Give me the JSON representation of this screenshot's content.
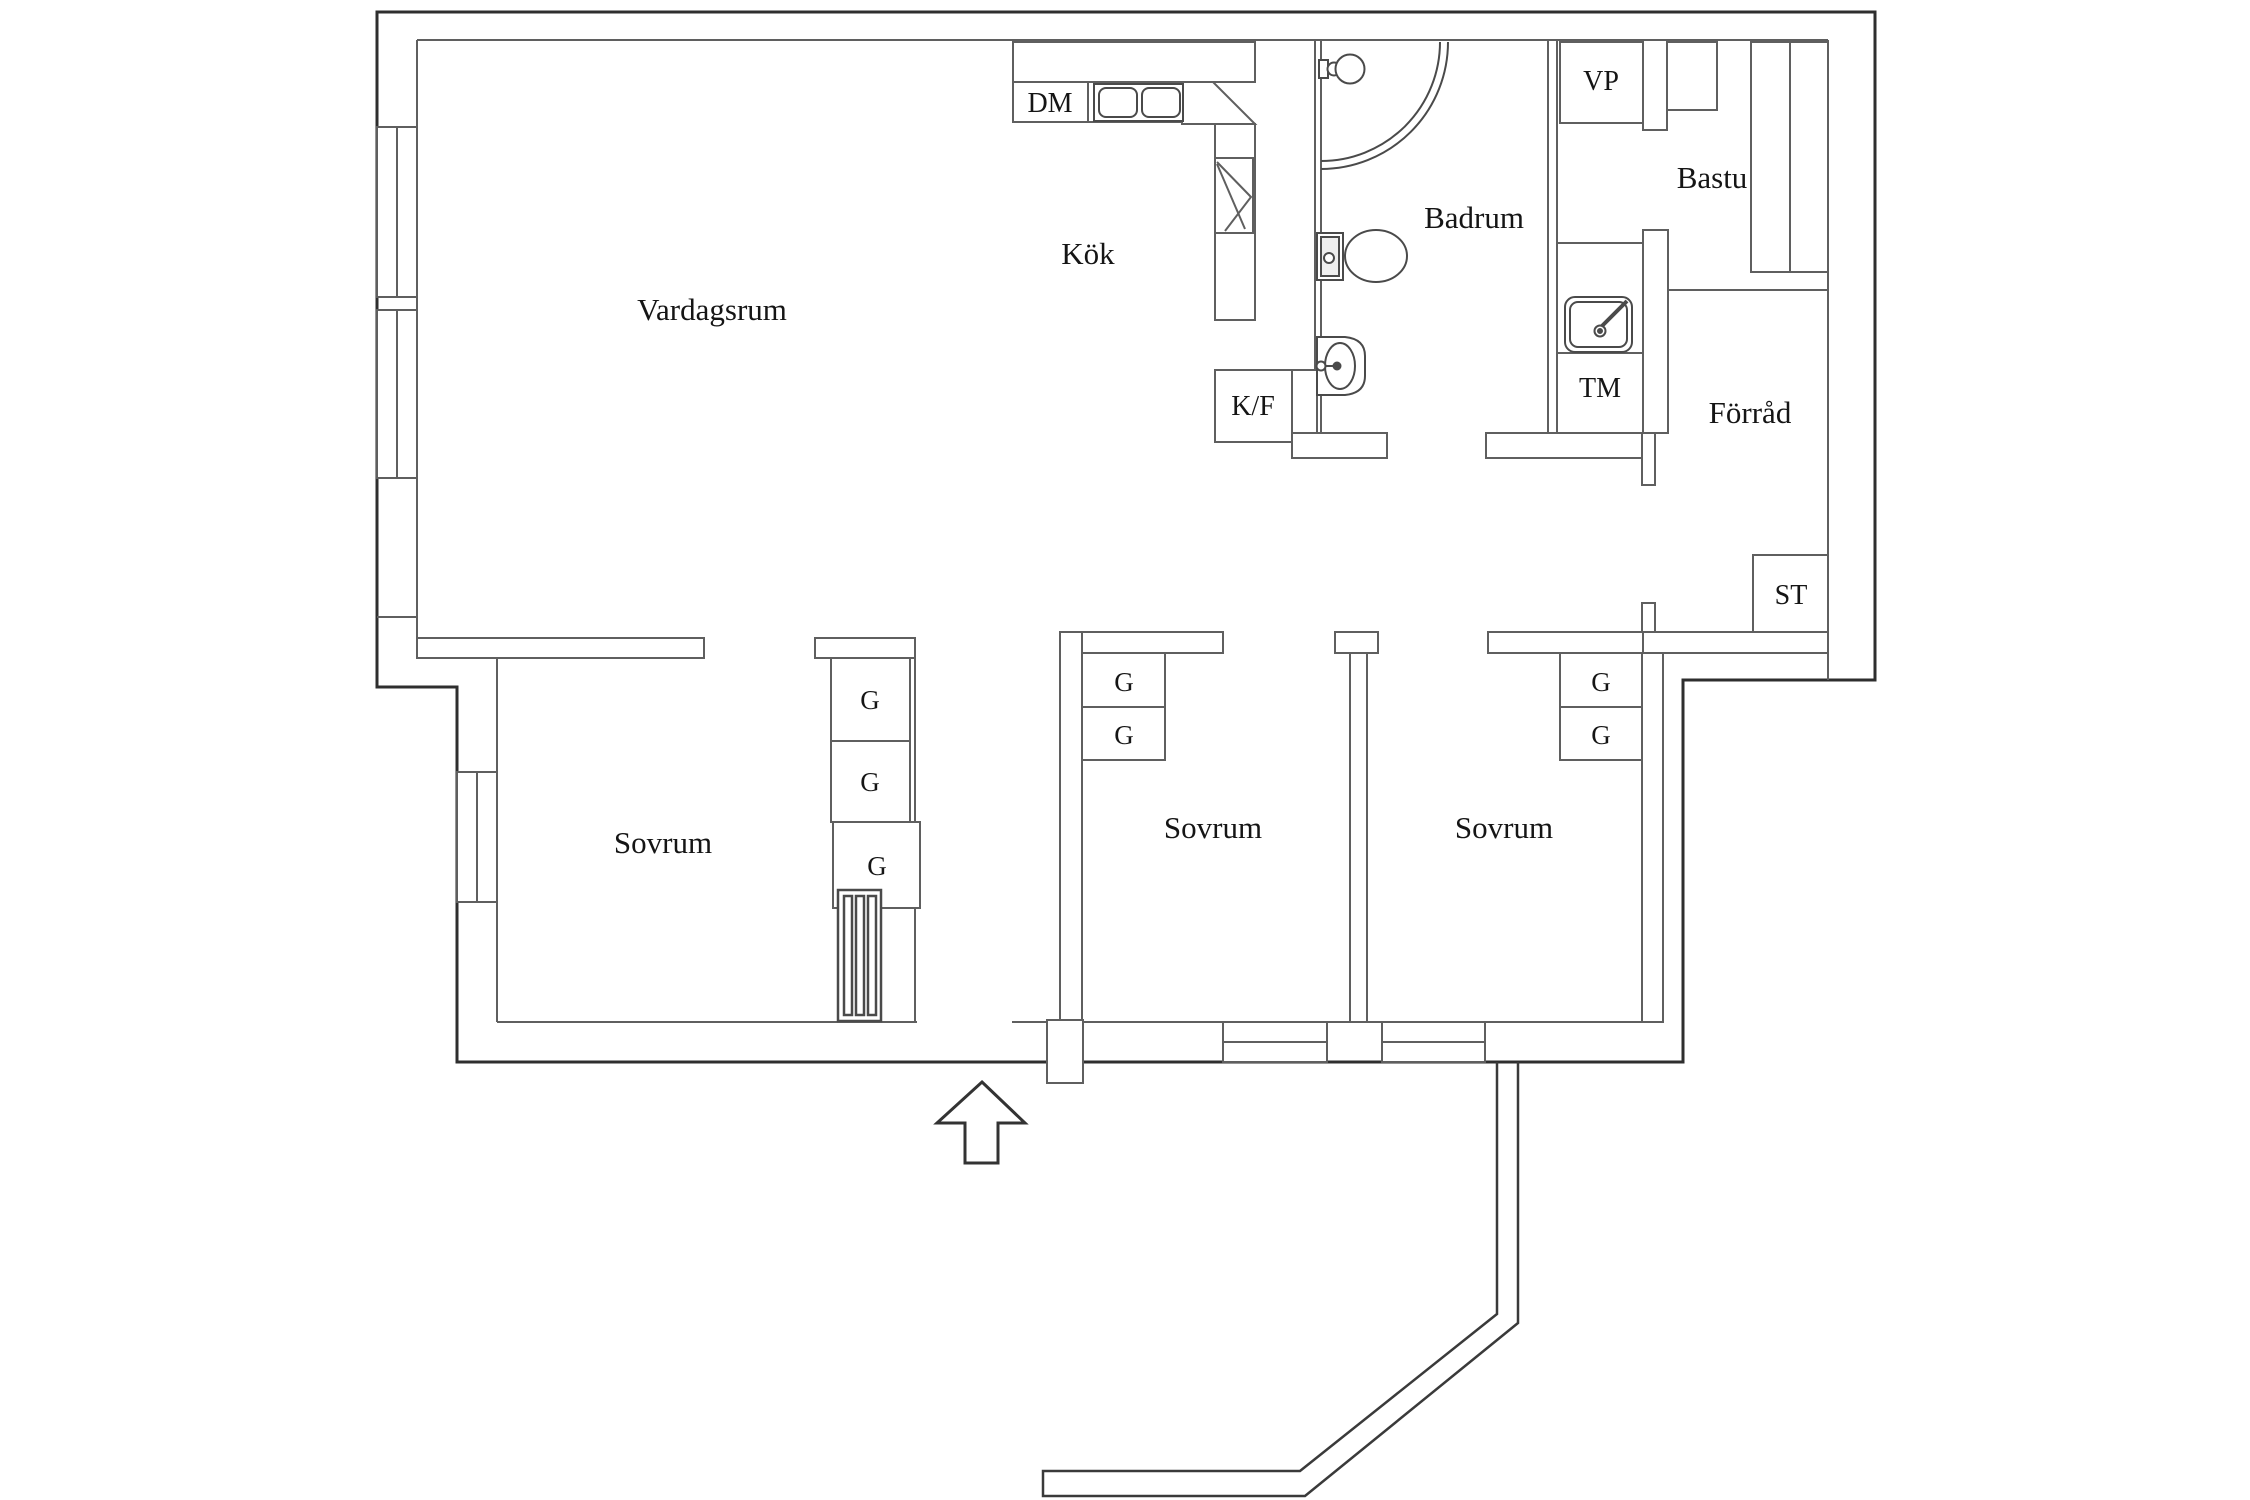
{
  "floorplan": {
    "rooms": {
      "living_room": {
        "label": "Vardagsrum"
      },
      "kitchen": {
        "label": "Kök"
      },
      "bathroom": {
        "label": "Badrum"
      },
      "sauna": {
        "label": "Bastu"
      },
      "storage": {
        "label": "Förråd"
      },
      "bedroom_left": {
        "label": "Sovrum"
      },
      "bedroom_middle": {
        "label": "Sovrum"
      },
      "bedroom_right": {
        "label": "Sovrum"
      }
    },
    "appliances": {
      "dishwasher": "DM",
      "fridge_freezer": "K/F",
      "water_heater": "VP",
      "washing_machine": "TM",
      "cleaning_cabinet": "ST"
    },
    "closets": [
      "G",
      "G",
      "G",
      "G",
      "G",
      "G",
      "G"
    ],
    "colors": {
      "wall": "#2e2e2e",
      "wall_thin": "#5f5f5f",
      "fixture": "#4a4a4a",
      "text": "#151515",
      "background": "#ffffff"
    }
  }
}
